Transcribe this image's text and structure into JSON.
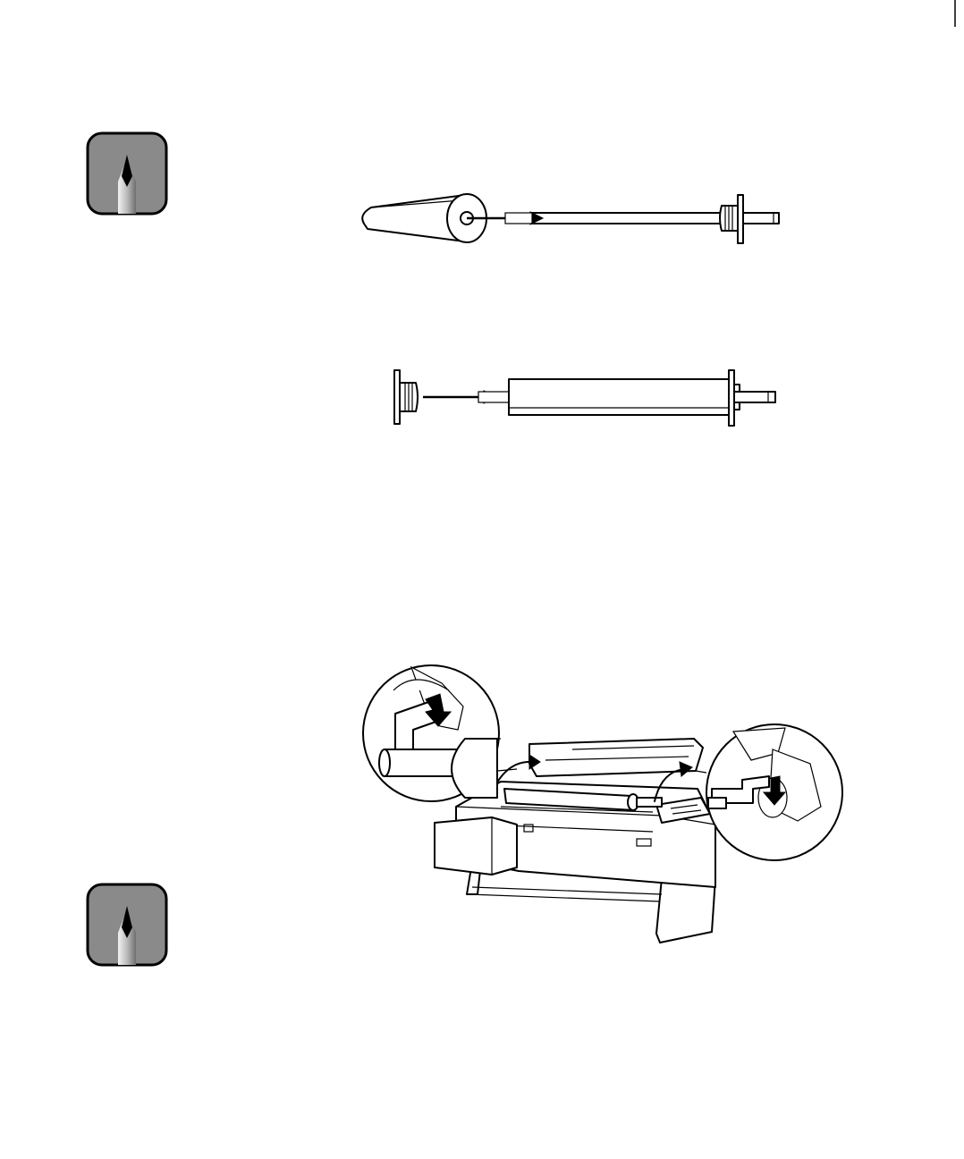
{
  "page": {
    "background": "#ffffff",
    "note_icon_color": "#8a8a8a"
  },
  "icons": [
    {
      "name": "note-pencil-icon",
      "description_label": ""
    },
    {
      "name": "note-pencil-icon",
      "description_label": ""
    }
  ],
  "figures": [
    {
      "name": "roll-paper-onto-spindle-illustration"
    },
    {
      "name": "attach-spindle-flange-illustration"
    },
    {
      "name": "place-spindle-in-printer-illustration"
    }
  ]
}
